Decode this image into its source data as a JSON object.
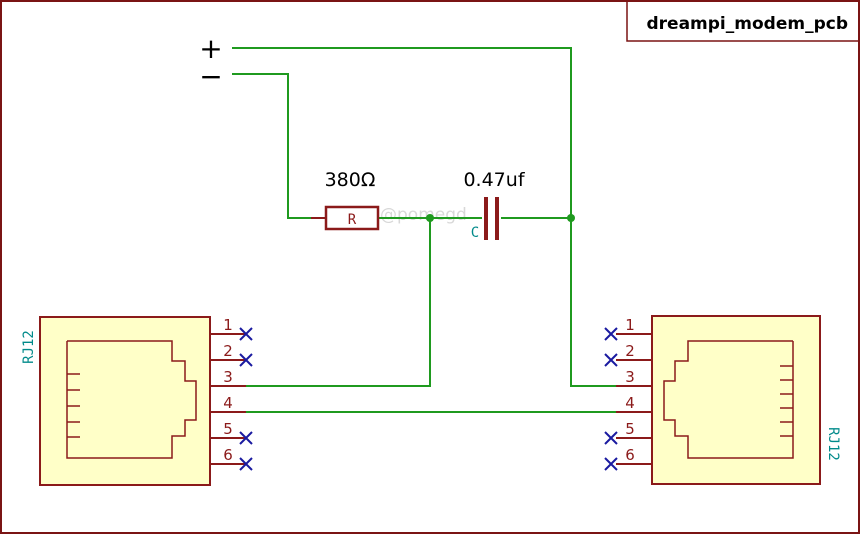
{
  "title": "dreampi_modem_pcb",
  "power": {
    "plus": "+",
    "minus": "−"
  },
  "resistor": {
    "ref": "R",
    "value": "380Ω"
  },
  "capacitor": {
    "ref": "C",
    "value": "0.47uf"
  },
  "watermark": "@pomegd",
  "left_jack": {
    "label": "RJ12",
    "pins": [
      "1",
      "2",
      "3",
      "4",
      "5",
      "6"
    ],
    "no_connect_pins": [
      "1",
      "2",
      "5",
      "6"
    ]
  },
  "right_jack": {
    "label": "RJ12",
    "pins": [
      "1",
      "2",
      "3",
      "4",
      "5",
      "6"
    ],
    "no_connect_pins": [
      "1",
      "2",
      "5",
      "6"
    ]
  },
  "colors": {
    "wire": "#1f9a1f",
    "component": "#8b1a1a",
    "body_fill": "#ffffc8",
    "pin_label": "#8b1a1a",
    "ref_label": "#008a8a",
    "no_connect": "#1a1aa0",
    "frame": "#7a1414"
  }
}
